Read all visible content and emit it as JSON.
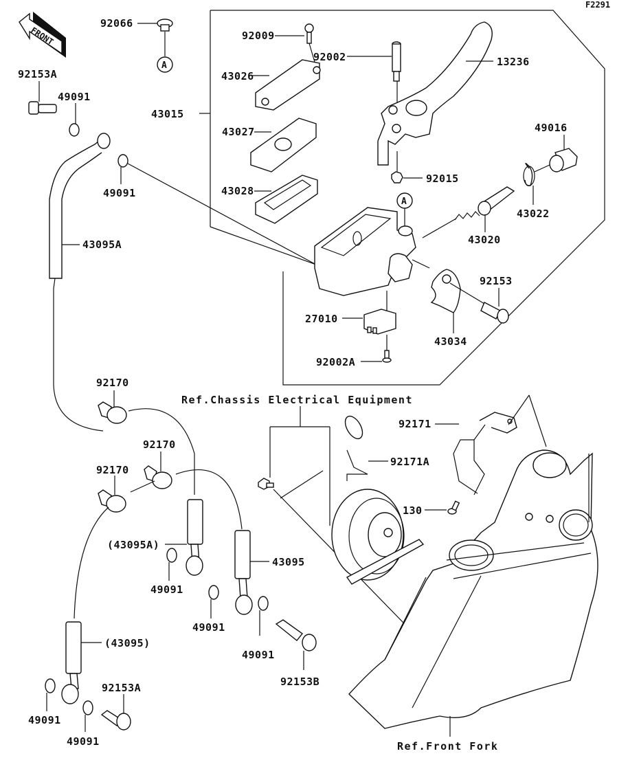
{
  "diagram": {
    "figure_code": "F2291",
    "front_indicator": "FRONT",
    "callout_marker": "A",
    "references": {
      "chassis_electrical": "Ref.Chassis Electrical Equipment",
      "front_fork": "Ref.Front Fork"
    },
    "parts": {
      "p92066": "92066",
      "p92153A_top": "92153A",
      "p49091_a": "49091",
      "p49091_b": "49091",
      "p43015": "43015",
      "p43095A": "43095A",
      "p92009": "92009",
      "p43026": "43026",
      "p43027": "43027",
      "p43028": "43028",
      "p92002": "92002",
      "p13236": "13236",
      "p92015": "92015",
      "p49016": "49016",
      "p43022": "43022",
      "p43020": "43020",
      "p92153": "92153",
      "p27010": "27010",
      "p43034": "43034",
      "p92002A": "92002A",
      "p92170_a": "92170",
      "p92170_b": "92170",
      "p92170_c": "92170",
      "p43095A_paren": "(43095A)",
      "p43095": "43095",
      "p43095_paren": "(43095)",
      "p49091_c": "49091",
      "p49091_d": "49091",
      "p49091_e": "49091",
      "p49091_f": "49091",
      "p49091_g": "49091",
      "p92153A_bottom": "92153A",
      "p92153B": "92153B",
      "p92171": "92171",
      "p92171A": "92171A",
      "p130": "130"
    }
  }
}
